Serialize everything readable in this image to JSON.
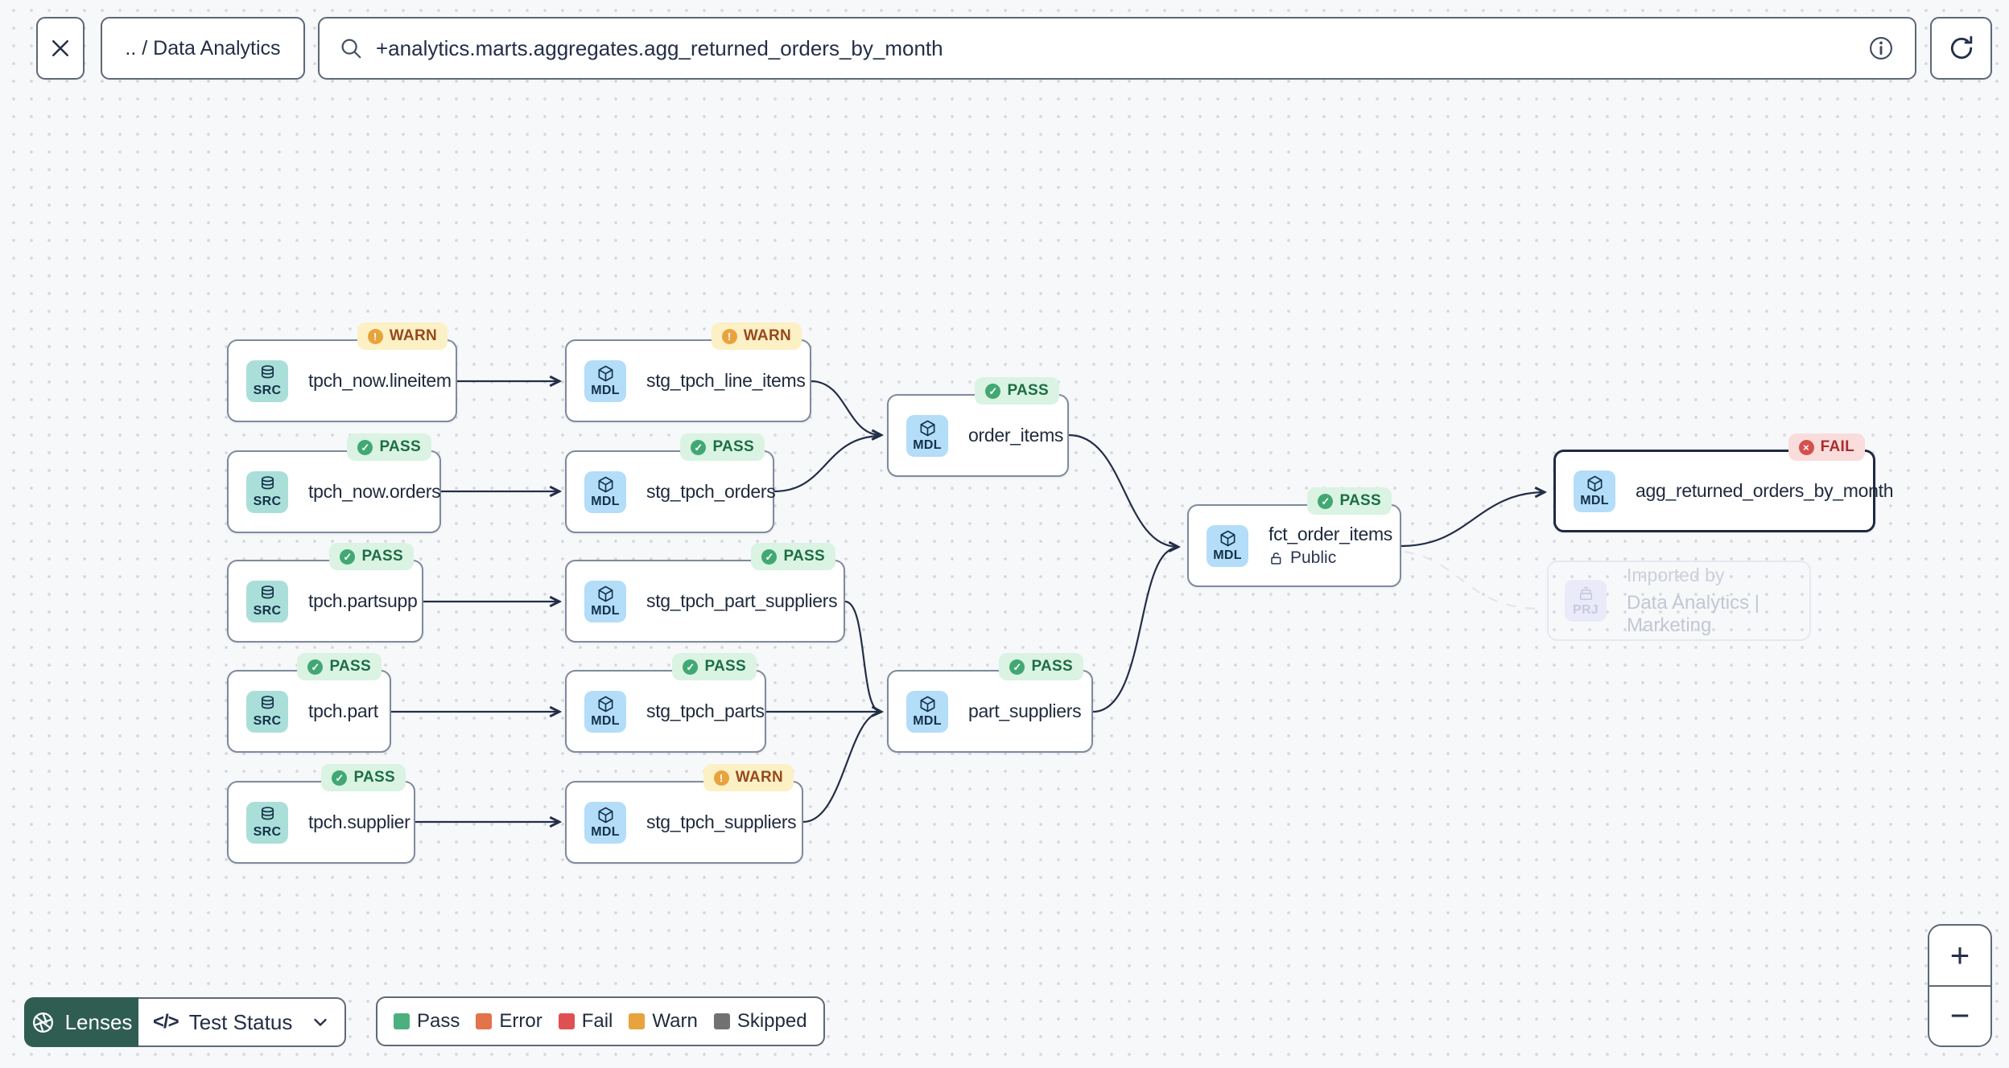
{
  "toolbar": {
    "breadcrumb": ".. / Data Analytics",
    "search_value": "+analytics.marts.aggregates.agg_returned_orders_by_month"
  },
  "icons": {
    "pass_glyph": "✓",
    "warn_glyph": "!",
    "fail_glyph": "×"
  },
  "status_colors": {
    "pass": "#42a873",
    "warn": "#e8a33d",
    "fail": "#d5504c"
  },
  "nodes": [
    {
      "label": "tpch_now.lineitem",
      "kind": "SRC",
      "status": "WARN"
    },
    {
      "label": "tpch_now.orders",
      "kind": "SRC",
      "status": "PASS"
    },
    {
      "label": "tpch.partsupp",
      "kind": "SRC",
      "status": "PASS"
    },
    {
      "label": "tpch.part",
      "kind": "SRC",
      "status": "PASS"
    },
    {
      "label": "tpch.supplier",
      "kind": "SRC",
      "status": "PASS"
    },
    {
      "label": "stg_tpch_line_items",
      "kind": "MDL",
      "status": "WARN"
    },
    {
      "label": "stg_tpch_orders",
      "kind": "MDL",
      "status": "PASS"
    },
    {
      "label": "stg_tpch_part_suppliers",
      "kind": "MDL",
      "status": "PASS"
    },
    {
      "label": "stg_tpch_parts",
      "kind": "MDL",
      "status": "PASS"
    },
    {
      "label": "stg_tpch_suppliers",
      "kind": "MDL",
      "status": "WARN"
    },
    {
      "label": "order_items",
      "kind": "MDL",
      "status": "PASS"
    },
    {
      "label": "part_suppliers",
      "kind": "MDL",
      "status": "PASS"
    },
    {
      "label": "fct_order_items",
      "kind": "MDL",
      "status": "PASS",
      "access": "Public"
    },
    {
      "label": "agg_returned_orders_by_month",
      "kind": "MDL",
      "status": "FAIL"
    }
  ],
  "ghost_node": {
    "kind": "PRJ",
    "title": "Imported by",
    "subtitle": "Data Analytics | Marketing"
  },
  "footer": {
    "lenses_label": "Lenses",
    "lens_selector_icon": "</>",
    "lens_selector_label": "Test Status",
    "legend": [
      {
        "label": "Pass",
        "color": "#4daf7d"
      },
      {
        "label": "Error",
        "color": "#e2734a"
      },
      {
        "label": "Fail",
        "color": "#df5052"
      },
      {
        "label": "Warn",
        "color": "#e7a33c"
      },
      {
        "label": "Skipped",
        "color": "#717171"
      }
    ]
  },
  "zoom_controls": {
    "zoom_in": "+",
    "zoom_out": "−"
  }
}
